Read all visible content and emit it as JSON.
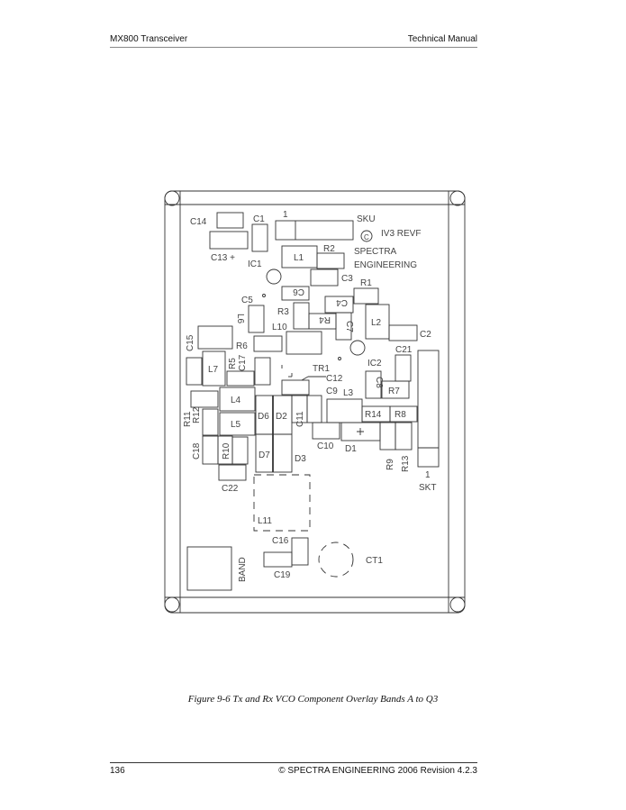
{
  "header": {
    "left": "MX800 Transceiver",
    "right": "Technical Manual"
  },
  "figure": {
    "caption": "Figure 9-6  Tx and Rx VCO Component Overlay Bands A to Q3",
    "labels": {
      "C14": "C14",
      "C1": "C1",
      "pin1_top": "1",
      "SKU": "SKU",
      "copyright": "C",
      "rev": "IV3 REVF",
      "C13": "C13  +",
      "IC1": "IC1",
      "L1": "L1",
      "R2": "R2",
      "spectra": "SPECTRA",
      "engineering": "ENGINEERING",
      "C3": "C3",
      "C6": "C6",
      "R1": "R1",
      "C4": "C4",
      "C5": "C5",
      "R3": "R3",
      "R4": "R4",
      "C7": "C7",
      "L2": "L2",
      "C2": "C2",
      "L6": "L6",
      "L10": "L10",
      "C15": "C15",
      "R6": "R6",
      "C21": "C21",
      "IC2": "IC2",
      "L7": "L7",
      "R5": "R5",
      "C17": "C17",
      "TR1": "TR1",
      "C12": "C12",
      "C8": "C8",
      "R7": "R7",
      "C9": "C9",
      "L3": "L3",
      "L4": "L4",
      "R11": "R11",
      "R12": "R12",
      "L5": "L5",
      "D6": "D6",
      "D2": "D2",
      "R14": "R14",
      "R8": "R8",
      "C11": "C11",
      "C10": "C10",
      "D1": "D1",
      "R9": "R9",
      "R13": "R13",
      "C18": "C18",
      "R10": "R10",
      "D7": "D7",
      "D3": "D3",
      "C22": "C22",
      "pin1_skt": "1",
      "SKT": "SKT",
      "L11": "L11",
      "C16": "C16",
      "C19": "C19",
      "CT1": "CT1",
      "BAND": "BAND"
    }
  },
  "footer": {
    "page_number": "136",
    "copyright": "© SPECTRA ENGINEERING 2006 Revision 4.2.3"
  }
}
